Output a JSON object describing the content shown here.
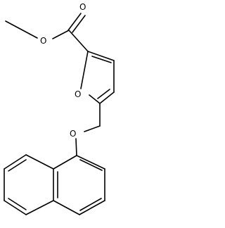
{
  "molecule": {
    "atoms": {
      "carbonyl_oxygen": "O",
      "ester_oxygen": "O",
      "furan_oxygen": "O",
      "ether_oxygen": "O"
    }
  },
  "colors": {
    "bond": "#000000",
    "label": "#000000",
    "background": "#ffffff"
  }
}
